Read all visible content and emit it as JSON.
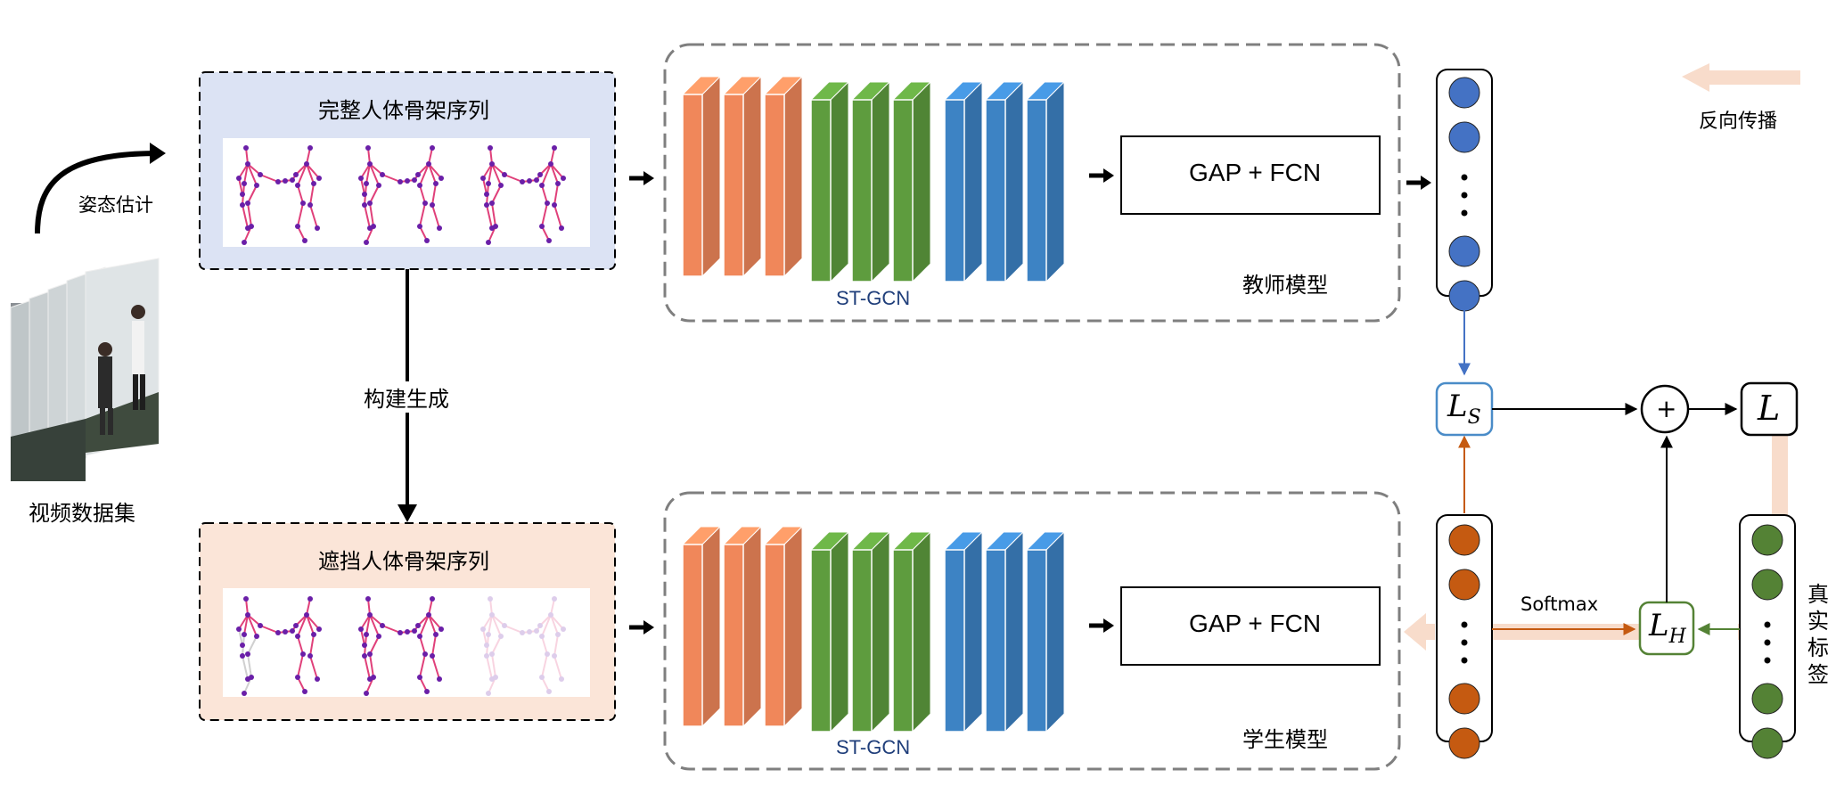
{
  "labels": {
    "pose_estimation": "姿态估计",
    "video_dataset": "视频数据集",
    "complete_skeleton": "完整人体骨架序列",
    "occluded_skeleton": "遮挡人体骨架序列",
    "construct_generate": "构建生成",
    "teacher_model": "教师模型",
    "student_model": "学生模型",
    "st_gcn": "ST-GCN",
    "gap_fcn": "GAP + FCN",
    "backprop": "反向传播",
    "softmax": "Softmax",
    "true_label": "真实标签",
    "loss_s": "L",
    "loss_s_sub": "S",
    "loss_h": "L",
    "loss_h_sub": "H",
    "loss_total": "L",
    "plus": "+"
  },
  "colors": {
    "teacher_panel": "#dce3f4",
    "student_panel": "#fbe5d8",
    "layer_orange": "#f0875a",
    "layer_green": "#5e9c3e",
    "layer_blue": "#3d83c4",
    "node_blue": "#4472c4",
    "node_orange": "#c55a11",
    "node_green": "#548235",
    "backprop_arrow": "#f8dccb",
    "skeleton_line": "#e0407a",
    "skeleton_joint": "#6a1fa8"
  }
}
